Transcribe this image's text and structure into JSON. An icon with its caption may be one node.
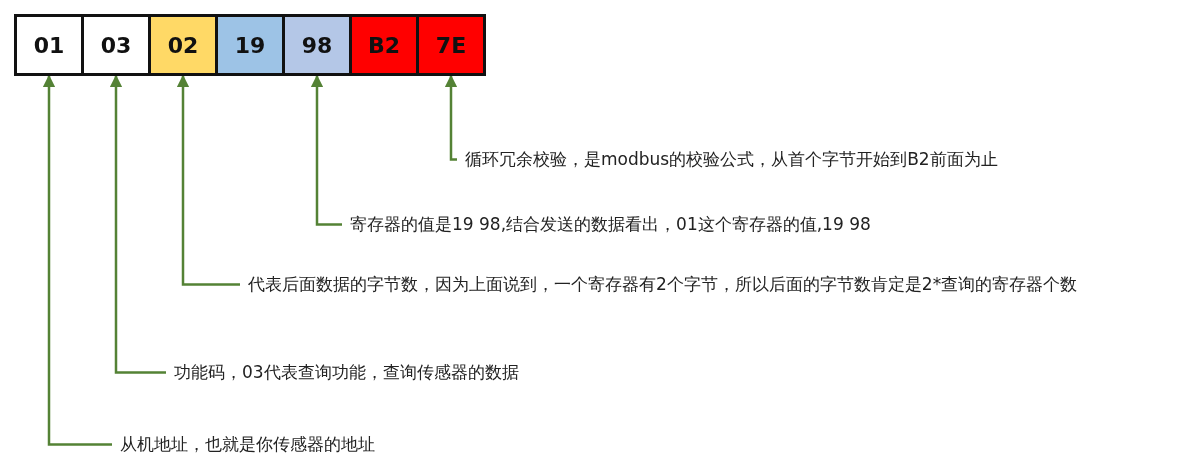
{
  "diagram": {
    "nodes": [
      {
        "text": [
          "01"
        ]
      },
      {
        "text": [
          "03"
        ]
      },
      {
        "text": [
          "02"
        ]
      },
      {
        "text": [
          "19"
        ]
      },
      {
        "text": [
          "98"
        ]
      },
      {
        "text": [
          "B2"
        ]
      },
      {
        "text": [
          "7E"
        ]
      },
      {
        "text": [
          "循环冗余校验，是modbus的校验公式，从首个字节开始到B2前面为止"
        ]
      },
      {
        "text": [
          "寄存器的值是19 98,结合发送的数据看出，01这个寄存器的值,19 98"
        ]
      },
      {
        "text": [
          "代表后面数据的字节数，因为上面说到，一个寄存器有2个字节，所以后面的字节数肯定是2*查询的寄存器个数"
        ]
      },
      {
        "text": [
          "功能码，03代表查询功能，查询传感器的数据"
        ]
      },
      {
        "text": [
          "从机地址，也就是你传感器的地址"
        ]
      }
    ],
    "edges": [
      {
        "from": 7,
        "to": 6,
        "arrow": "to"
      },
      {
        "from": 8,
        "to": 4,
        "arrow": "to"
      },
      {
        "from": 9,
        "to": 2,
        "arrow": "to"
      },
      {
        "from": 10,
        "to": 1,
        "arrow": "to"
      },
      {
        "from": 11,
        "to": 0,
        "arrow": "to"
      }
    ]
  }
}
